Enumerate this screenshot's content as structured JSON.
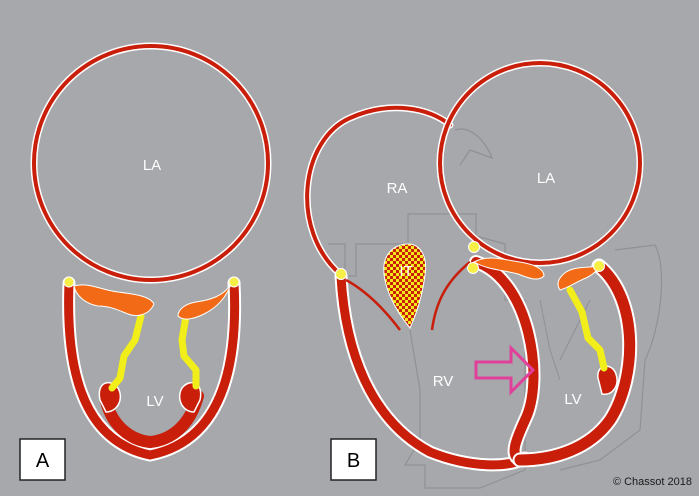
{
  "figure": {
    "panel_a": {
      "badge": "A",
      "atrium_label": "LA",
      "ventricle_label": "LV"
    },
    "panel_b": {
      "badge": "B",
      "right_atrium_label": "RA",
      "left_atrium_label": "LA",
      "tricuspid_label": "IT",
      "right_ventricle_label": "RV",
      "left_ventricle_label": "LV"
    },
    "copyright": "© Chassot 2018"
  },
  "colors": {
    "background": "#a6a8ab",
    "wall": "#c81e0a",
    "wall_outline": "#ffffff",
    "valve_leaflet": "#f36a16",
    "chordae": "#f2ee1a",
    "annulus": "#f7ef45",
    "arrow": "#e0409a",
    "label_text": "#ffffff",
    "badge_fill": "#ffffff",
    "badge_text": "#000000"
  },
  "icons": {
    "septal_shift": "right-arrow-outline-icon"
  }
}
